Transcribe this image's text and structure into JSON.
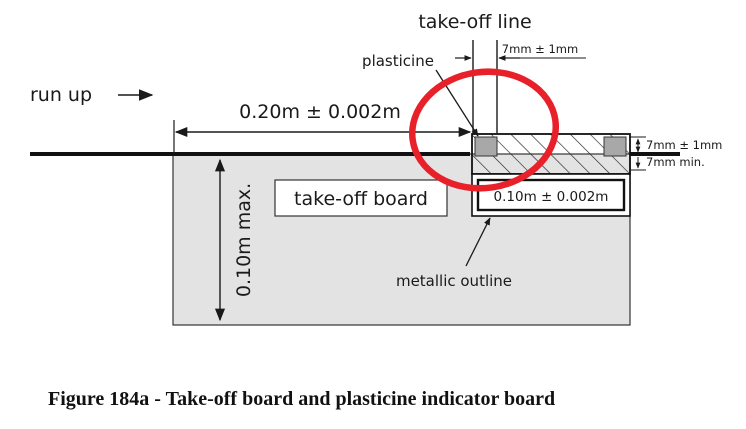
{
  "labels": {
    "takeoff_line": "take-off line",
    "plasticine": "plasticine",
    "run_up": "run up",
    "board_width": "0.20m ± 0.002m",
    "plasticine_width": "7mm ± 1mm",
    "plasticine_height": "7mm ± 1mm",
    "min_depth": "7mm min.",
    "max_depth": "0.10m max.",
    "takeoff_board": "take-off board",
    "indicator_width": "0.10m ± 0.002m",
    "metallic_outline": "metallic outline"
  },
  "caption": "Figure 184a - Take-off board and plasticine indicator board",
  "colors": {
    "board_fill": "#e3e3e3",
    "plasticine_fill": "#a8a8a8",
    "highlight_ring": "#e8202a",
    "ink": "#1a1a1a"
  }
}
